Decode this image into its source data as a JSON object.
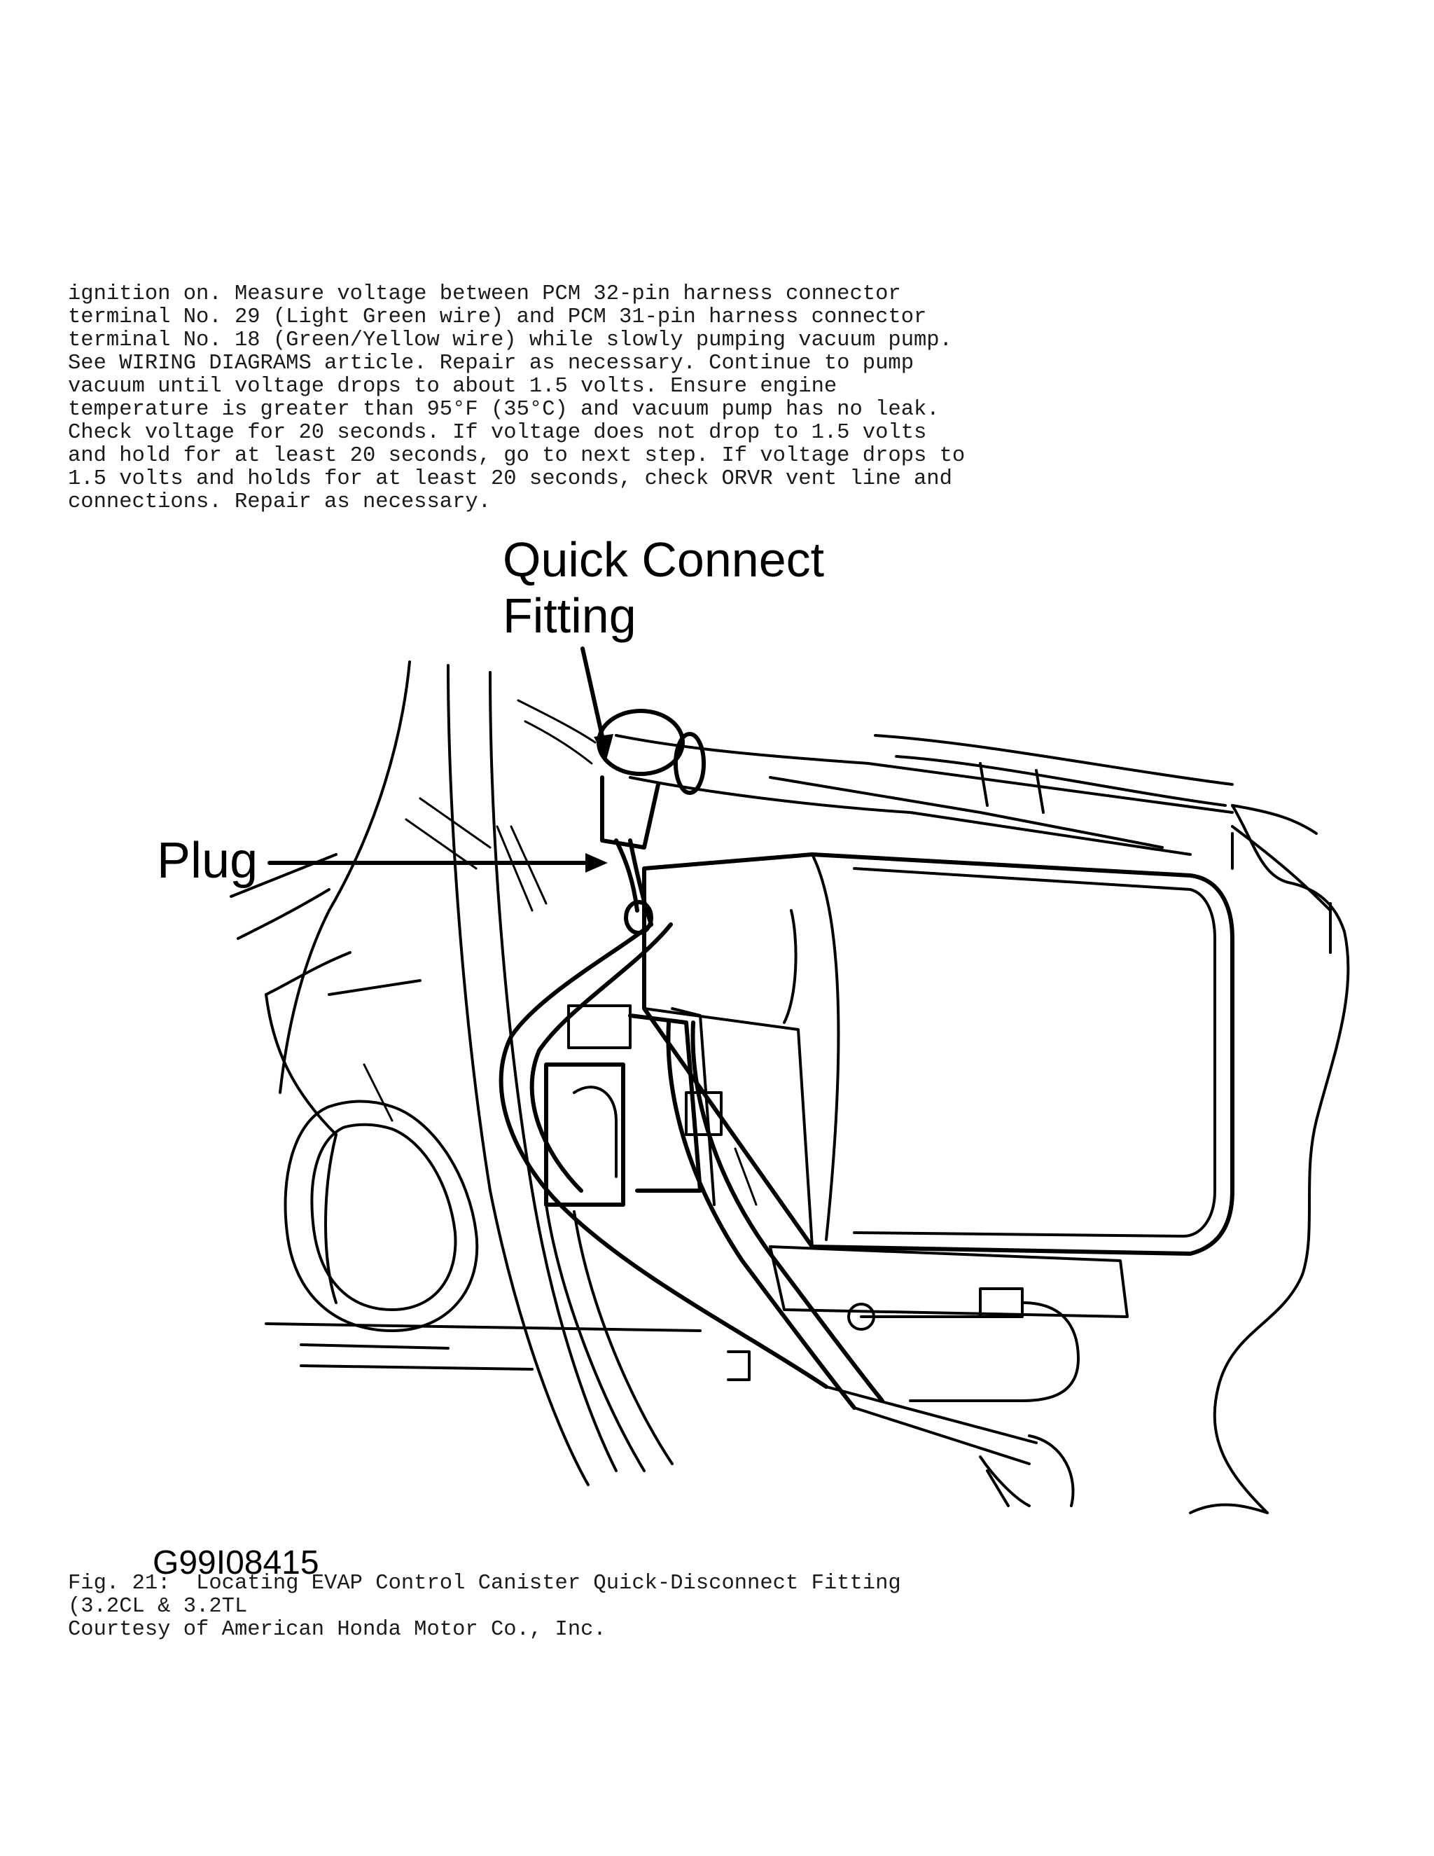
{
  "body_text": [
    "ignition on. Measure voltage between PCM 32-pin harness connector",
    "terminal No. 29 (Light Green wire) and PCM 31-pin harness connector",
    "terminal No. 18 (Green/Yellow wire) while slowly pumping vacuum pump.",
    "See WIRING DIAGRAMS article. Repair as necessary. Continue to pump",
    "vacuum until voltage drops to about 1.5 volts. Ensure engine",
    "temperature is greater than 95°F (35°C) and vacuum pump has no leak.",
    "Check voltage for 20 seconds. If voltage does not drop to 1.5 volts",
    "and hold for at least 20 seconds, go to next step. If voltage drops to",
    "1.5 volts and holds for at least 20 seconds, check ORVR vent line and",
    "connections. Repair as necessary."
  ],
  "figure": {
    "callouts": {
      "quick_connect_line1": "Quick Connect",
      "quick_connect_line2": "Fitting",
      "plug": "Plug"
    },
    "figure_id": "G99I08415"
  },
  "caption": {
    "line1": "Fig. 21:  Locating EVAP Control Canister Quick-Disconnect Fitting",
    "line2": "(3.2CL & 3.2TL",
    "line3": "Courtesy of American Honda Motor Co., Inc."
  }
}
